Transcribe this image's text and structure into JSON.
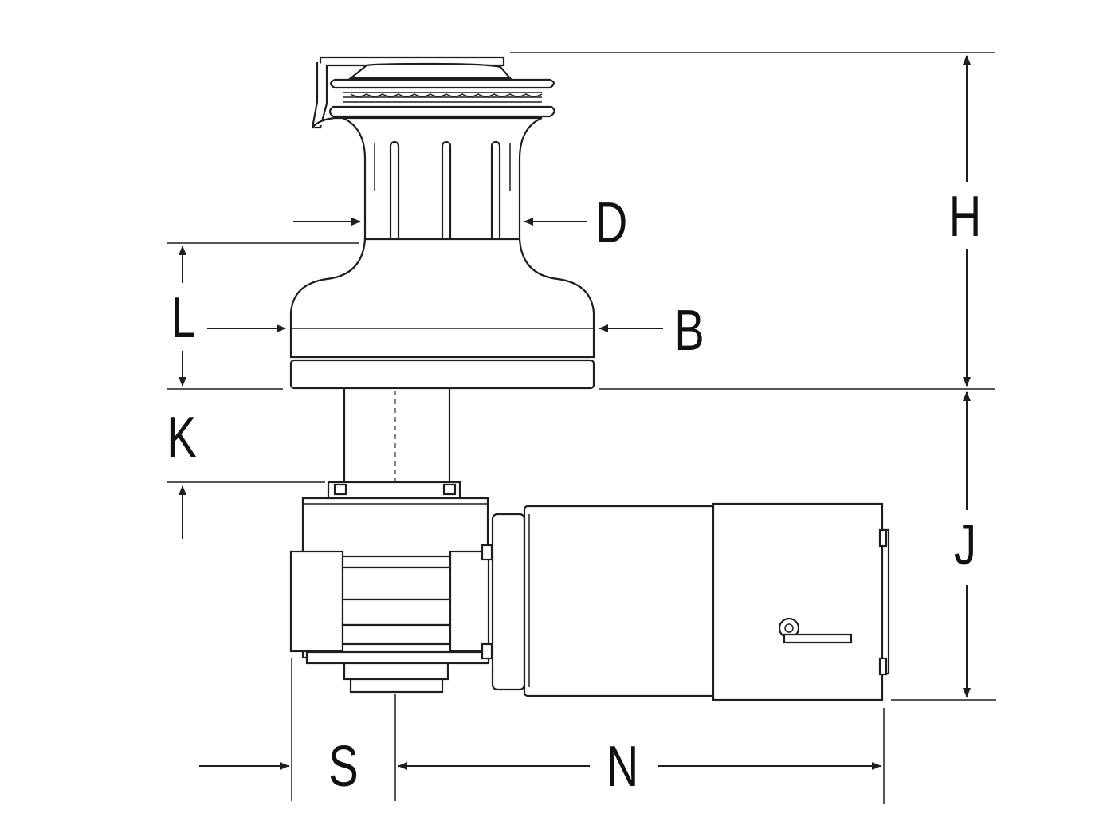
{
  "labels": {
    "H": "H",
    "D": "D",
    "L": "L",
    "B": "B",
    "K": "K",
    "J": "J",
    "S": "S",
    "N": "N"
  },
  "colors": {
    "line": "#1e1e1e",
    "background": "#ffffff"
  }
}
